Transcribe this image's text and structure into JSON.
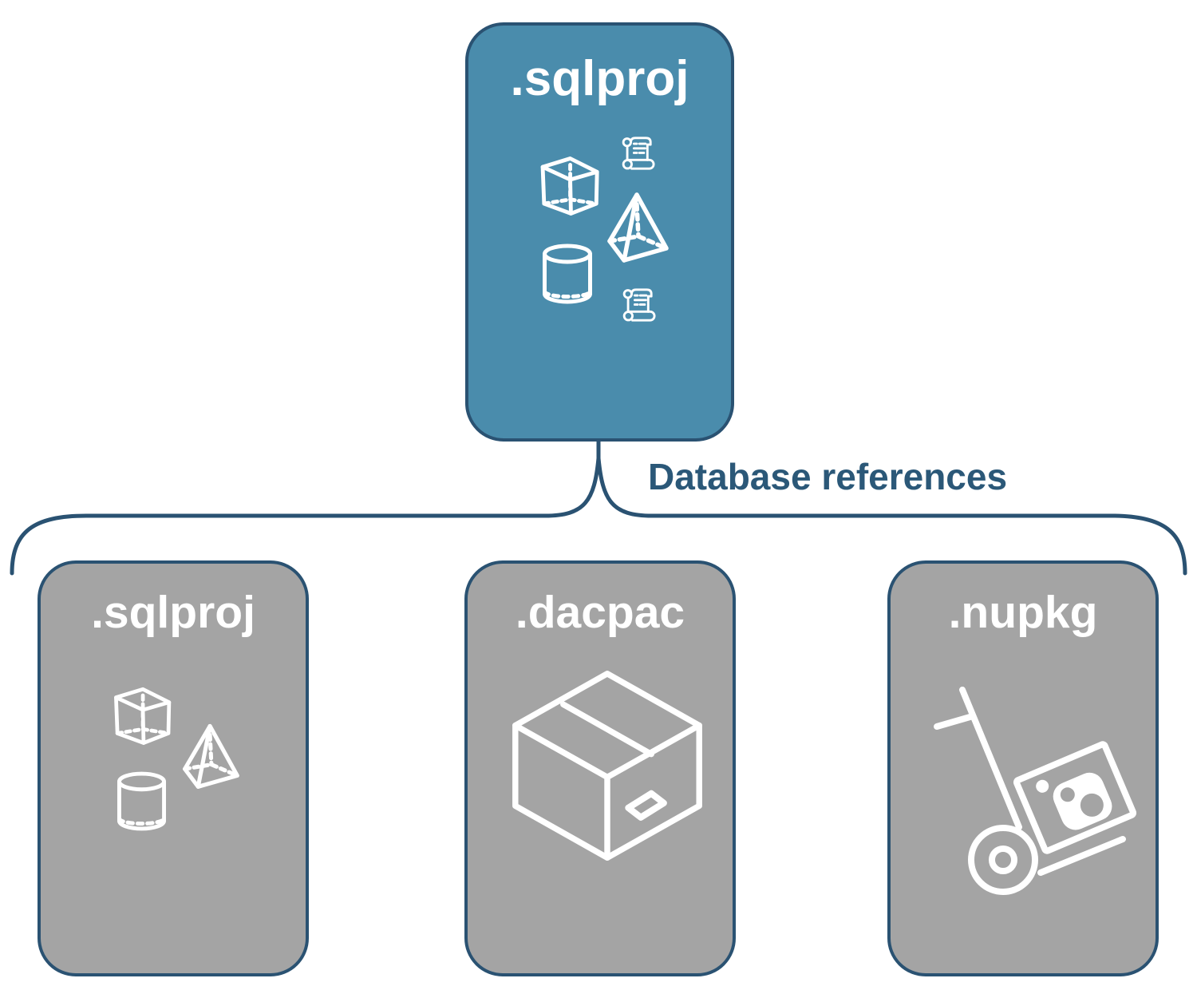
{
  "diagram": {
    "root_box": {
      "label": ".sqlproj"
    },
    "connector": {
      "label": "Database references"
    },
    "child_boxes": [
      {
        "label": ".sqlproj"
      },
      {
        "label": ".dacpac"
      },
      {
        "label": ".nupkg"
      }
    ]
  },
  "icons": {
    "root_box": [
      "cube-icon",
      "scroll-icon",
      "pyramid-icon",
      "cylinder-icon",
      "scroll-icon"
    ],
    "child_sqlproj": [
      "cube-icon",
      "pyramid-icon",
      "cylinder-icon"
    ],
    "child_dacpac": [
      "package-box-icon"
    ],
    "child_nupkg": [
      "hand-truck-package-icon"
    ]
  },
  "theme": {
    "root-fill": "#4a8cac",
    "child-fill": "#a4a4a4",
    "line": "#2a5272",
    "connector-label": "#2b5878",
    "icon": "#ffffff",
    "canvas": "#ffffff"
  }
}
